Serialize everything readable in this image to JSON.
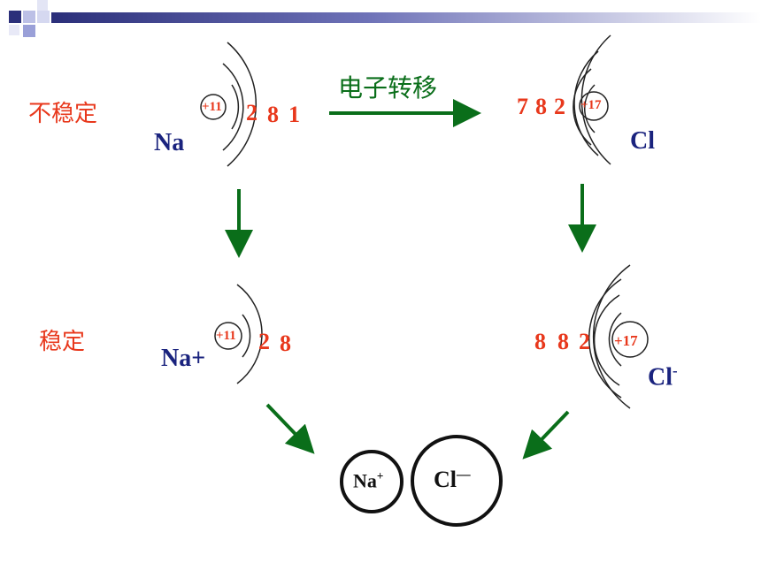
{
  "labels": {
    "unstable": "不稳定",
    "stable": "稳定",
    "transfer": "电子转移"
  },
  "na_atom": {
    "symbol": "Na",
    "nucleus": "+11",
    "shells": [
      "2",
      "8",
      "1"
    ]
  },
  "cl_atom": {
    "symbol": "Cl",
    "nucleus": "+17",
    "shells": [
      "7",
      "8",
      "2"
    ]
  },
  "na_ion": {
    "symbol": "Na+",
    "nucleus": "+11",
    "shells": [
      "2",
      "8"
    ]
  },
  "cl_ion": {
    "symbol": "Cl",
    "charge": "-",
    "nucleus": "+17",
    "shells": [
      "8",
      "8",
      "2"
    ]
  },
  "compound": {
    "na": "Na",
    "na_charge": "+",
    "cl": "Cl",
    "cl_charge": "—"
  },
  "colors": {
    "accent": "#e8381c",
    "arrow": "#0a6e1a",
    "symbol": "#1a237e",
    "header": "#3a3f8c"
  }
}
